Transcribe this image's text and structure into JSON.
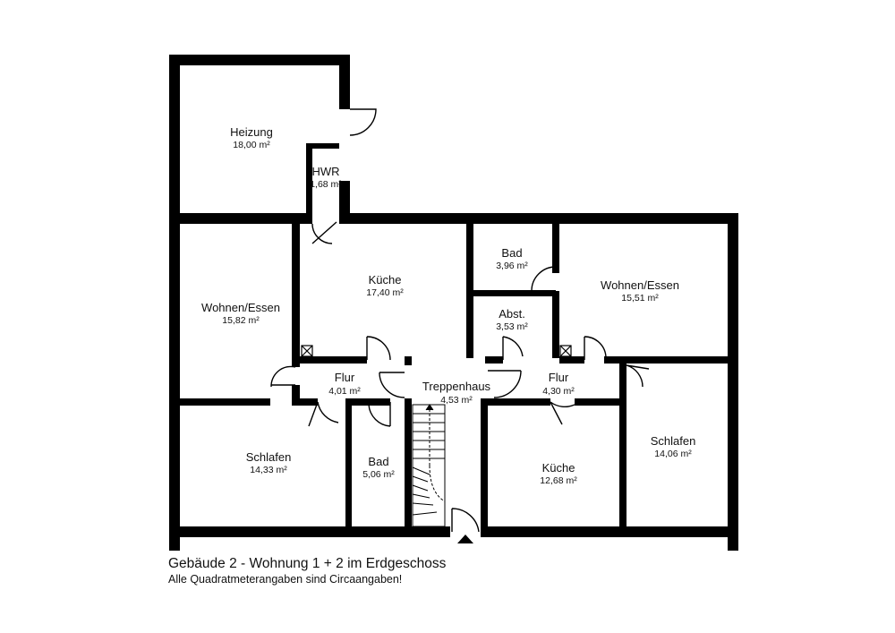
{
  "rooms": [
    {
      "id": "heizung",
      "name": "Heizung",
      "area": "18,00 m²"
    },
    {
      "id": "hwr",
      "name": "HWR",
      "area": "1,68 m²"
    },
    {
      "id": "wohnen-essen-left",
      "name": "Wohnen/Essen",
      "area": "15,82 m²"
    },
    {
      "id": "kueche-left",
      "name": "Küche",
      "area": "17,40 m²"
    },
    {
      "id": "bad-top",
      "name": "Bad",
      "area": "3,96 m²"
    },
    {
      "id": "abst",
      "name": "Abst.",
      "area": "3,53 m²"
    },
    {
      "id": "wohnen-essen-right",
      "name": "Wohnen/Essen",
      "area": "15,51 m²"
    },
    {
      "id": "flur-left",
      "name": "Flur",
      "area": "4,01 m²"
    },
    {
      "id": "treppenhaus",
      "name": "Treppenhaus",
      "area": "4,53 m²"
    },
    {
      "id": "flur-right",
      "name": "Flur",
      "area": "4,30 m²"
    },
    {
      "id": "schlafen-left",
      "name": "Schlafen",
      "area": "14,33 m²"
    },
    {
      "id": "bad-bottom",
      "name": "Bad",
      "area": "5,06 m²"
    },
    {
      "id": "kueche-right",
      "name": "Küche",
      "area": "12,68 m²"
    },
    {
      "id": "schlafen-right",
      "name": "Schlafen",
      "area": "14,06 m²"
    }
  ],
  "caption": {
    "title": "Gebäude 2 - Wohnung 1 + 2 im Erdgeschoss",
    "note": "Alle Quadratmeterangaben sind Circaangaben!"
  },
  "colors": {
    "wall": "#000000",
    "background": "#ffffff",
    "text": "#111111"
  }
}
